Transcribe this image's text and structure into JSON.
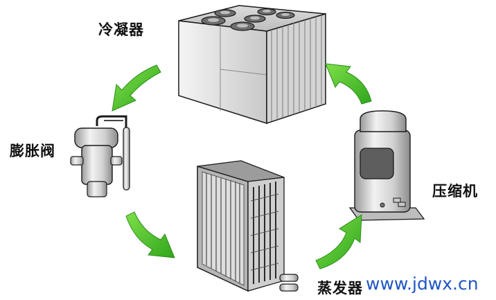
{
  "labels": {
    "condenser": "冷凝器",
    "expansion_valve": "膨胀阀",
    "compressor": "压缩机",
    "evaporator": "蒸发器"
  },
  "watermark": "www.jdwx.cn",
  "colors": {
    "arrow_green": "#3fbf2a",
    "watermark_blue": "#1f56c4",
    "metal_light": "#e4e4e4",
    "metal_dark": "#8a8a8a",
    "outline": "#1a1a1a"
  }
}
